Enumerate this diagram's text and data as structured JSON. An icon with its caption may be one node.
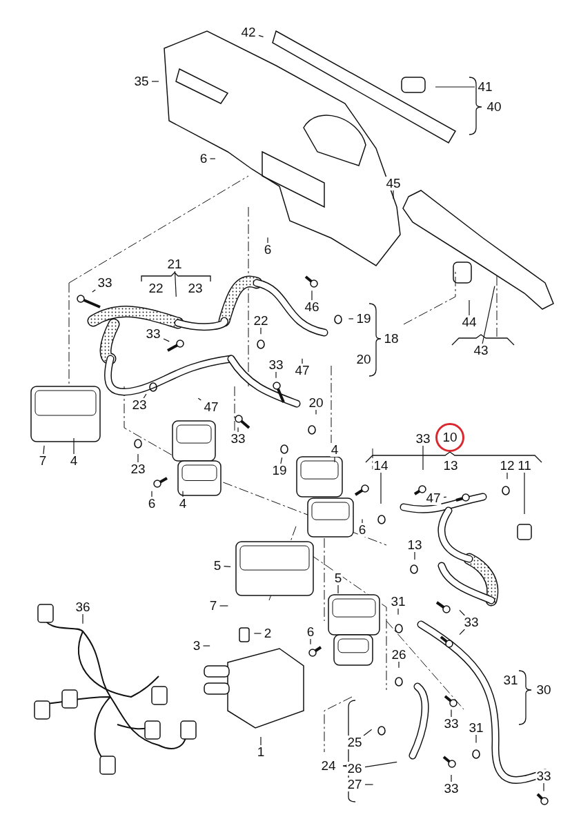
{
  "diagram": {
    "nodes": [
      {
        "text": [
          "42"
        ]
      },
      {
        "text": [
          "35"
        ]
      },
      {
        "text": [
          "41"
        ]
      },
      {
        "text": [
          "40"
        ]
      },
      {
        "text": [
          "6"
        ]
      },
      {
        "text": [
          "45"
        ]
      },
      {
        "text": [
          "6"
        ]
      },
      {
        "text": [
          "21"
        ]
      },
      {
        "text": [
          "22"
        ]
      },
      {
        "text": [
          "23"
        ]
      },
      {
        "text": [
          "33"
        ]
      },
      {
        "text": [
          "46"
        ]
      },
      {
        "text": [
          "19"
        ]
      },
      {
        "text": [
          "18"
        ]
      },
      {
        "text": [
          "22"
        ]
      },
      {
        "text": [
          "33"
        ]
      },
      {
        "text": [
          "20"
        ]
      },
      {
        "text": [
          "47"
        ]
      },
      {
        "text": [
          "33"
        ]
      },
      {
        "text": [
          "23"
        ]
      },
      {
        "text": [
          "47"
        ]
      },
      {
        "text": [
          "20"
        ]
      },
      {
        "text": [
          "7"
        ]
      },
      {
        "text": [
          "4"
        ]
      },
      {
        "text": [
          "33"
        ]
      },
      {
        "text": [
          "23"
        ]
      },
      {
        "text": [
          "19"
        ]
      },
      {
        "text": [
          "4"
        ]
      },
      {
        "text": [
          "33"
        ]
      },
      {
        "text": [
          "10"
        ]
      },
      {
        "text": [
          "13"
        ]
      },
      {
        "text": [
          "14"
        ]
      },
      {
        "text": [
          "12"
        ]
      },
      {
        "text": [
          "11"
        ]
      },
      {
        "text": [
          "47"
        ]
      },
      {
        "text": [
          "6"
        ]
      },
      {
        "text": [
          "4"
        ]
      },
      {
        "text": [
          "6"
        ]
      },
      {
        "text": [
          "13"
        ]
      },
      {
        "text": [
          "5"
        ]
      },
      {
        "text": [
          "5"
        ]
      },
      {
        "text": [
          "7"
        ]
      },
      {
        "text": [
          "36"
        ]
      },
      {
        "text": [
          "31"
        ]
      },
      {
        "text": [
          "33"
        ]
      },
      {
        "text": [
          "3"
        ]
      },
      {
        "text": [
          "2"
        ]
      },
      {
        "text": [
          "6"
        ]
      },
      {
        "text": [
          "26"
        ]
      },
      {
        "text": [
          "31"
        ]
      },
      {
        "text": [
          "30"
        ]
      },
      {
        "text": [
          "33"
        ]
      },
      {
        "text": [
          "31"
        ]
      },
      {
        "text": [
          "25"
        ]
      },
      {
        "text": [
          "1"
        ]
      },
      {
        "text": [
          "24"
        ]
      },
      {
        "text": [
          "26"
        ]
      },
      {
        "text": [
          "27"
        ]
      },
      {
        "text": [
          "33"
        ]
      },
      {
        "text": [
          "33"
        ]
      },
      {
        "text": [
          "44"
        ]
      },
      {
        "text": [
          "43"
        ]
      }
    ],
    "edges": [
      {
        "from": 0,
        "to": null,
        "arrow": "none"
      },
      {
        "from": 1,
        "to": null,
        "arrow": "none"
      },
      {
        "from": 2,
        "to": null,
        "arrow": "none"
      },
      {
        "from": 4,
        "to": null,
        "arrow": "none"
      },
      {
        "from": 5,
        "to": null,
        "arrow": "none"
      },
      {
        "from": 6,
        "to": null,
        "arrow": "none"
      },
      {
        "from": 7,
        "to": null,
        "arrow": "none"
      },
      {
        "from": 10,
        "to": null,
        "arrow": "none"
      },
      {
        "from": 11,
        "to": null,
        "arrow": "none"
      },
      {
        "from": 12,
        "to": null,
        "arrow": "none"
      },
      {
        "from": 14,
        "to": null,
        "arrow": "none"
      },
      {
        "from": 15,
        "to": null,
        "arrow": "none"
      },
      {
        "from": 17,
        "to": null,
        "arrow": "none"
      },
      {
        "from": 18,
        "to": null,
        "arrow": "none"
      },
      {
        "from": 19,
        "to": null,
        "arrow": "none"
      },
      {
        "from": 20,
        "to": null,
        "arrow": "none"
      },
      {
        "from": 21,
        "to": null,
        "arrow": "none"
      },
      {
        "from": 22,
        "to": null,
        "arrow": "none"
      },
      {
        "from": 23,
        "to": null,
        "arrow": "none"
      },
      {
        "from": 24,
        "to": null,
        "arrow": "none"
      },
      {
        "from": 25,
        "to": null,
        "arrow": "none"
      },
      {
        "from": 26,
        "to": null,
        "arrow": "none"
      },
      {
        "from": 27,
        "to": null,
        "arrow": "none"
      },
      {
        "from": 28,
        "to": null,
        "arrow": "none"
      },
      {
        "from": 31,
        "to": null,
        "arrow": "none"
      },
      {
        "from": 32,
        "to": null,
        "arrow": "none"
      },
      {
        "from": 33,
        "to": null,
        "arrow": "none"
      },
      {
        "from": 34,
        "to": null,
        "arrow": "none"
      },
      {
        "from": 35,
        "to": null,
        "arrow": "none"
      },
      {
        "from": 36,
        "to": null,
        "arrow": "none"
      },
      {
        "from": 37,
        "to": null,
        "arrow": "none"
      },
      {
        "from": 38,
        "to": null,
        "arrow": "none"
      },
      {
        "from": 39,
        "to": null,
        "arrow": "none"
      },
      {
        "from": 40,
        "to": null,
        "arrow": "none"
      },
      {
        "from": 41,
        "to": null,
        "arrow": "none"
      },
      {
        "from": 42,
        "to": null,
        "arrow": "none"
      },
      {
        "from": 43,
        "to": null,
        "arrow": "none"
      },
      {
        "from": 44,
        "to": null,
        "arrow": "none"
      },
      {
        "from": 44,
        "to": null,
        "arrow": "none"
      },
      {
        "from": 45,
        "to": null,
        "arrow": "none"
      },
      {
        "from": 46,
        "to": null,
        "arrow": "none"
      },
      {
        "from": 47,
        "to": null,
        "arrow": "none"
      },
      {
        "from": 48,
        "to": null,
        "arrow": "none"
      },
      {
        "from": 51,
        "to": null,
        "arrow": "none"
      },
      {
        "from": 52,
        "to": null,
        "arrow": "none"
      },
      {
        "from": 53,
        "to": null,
        "arrow": "none"
      },
      {
        "from": 54,
        "to": null,
        "arrow": "none"
      },
      {
        "from": 56,
        "to": null,
        "arrow": "none"
      },
      {
        "from": 57,
        "to": null,
        "arrow": "none"
      },
      {
        "from": 58,
        "to": null,
        "arrow": "none"
      },
      {
        "from": 59,
        "to": null,
        "arrow": "none"
      },
      {
        "from": 60,
        "to": null,
        "arrow": "none"
      },
      {
        "from": 61,
        "to": null,
        "arrow": "none"
      }
    ]
  }
}
